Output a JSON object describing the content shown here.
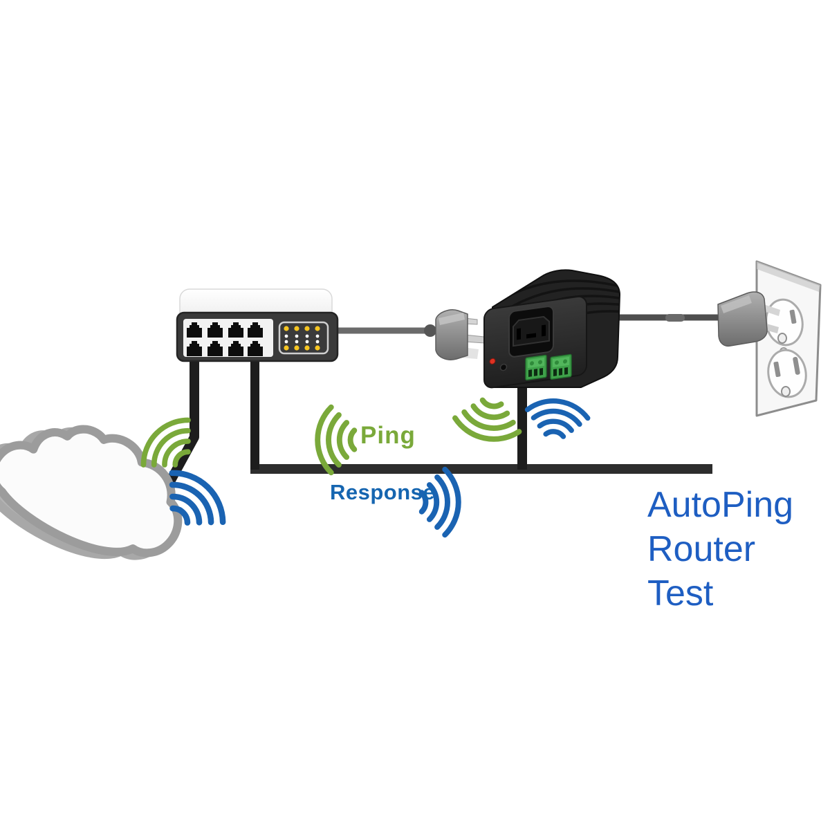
{
  "diagram_title": "AutoPing Router Test",
  "labels": {
    "ping": "Ping",
    "response": "Response"
  },
  "caption": {
    "line1": "AutoPing",
    "line2": "Router Test"
  },
  "icons": {
    "cloud": "internet-cloud-icon",
    "router": "network-switch-icon",
    "power_controller": "power-controller-icon",
    "wall_outlet": "duplex-wall-outlet-icon",
    "power_plug": "power-plug-icon",
    "wifi_arcs": "wifi-signal-icon"
  },
  "colors": {
    "ping_green": "#7aa93a",
    "response_blue": "#1565b0",
    "caption_blue": "#1e5ec2",
    "wifi_green": "#7aa93a",
    "wifi_blue": "#1a63b2",
    "cable_black": "#1d1d1d",
    "bus_line_gray": "#2d2d2d",
    "power_cord_gray": "#5f5f5f",
    "device_body_black": "#262626",
    "led_yellow": "#f6c623",
    "led_red": "#df3222",
    "terminal_green": "#3fa24a",
    "cloud_outline_gray": "#9c9c9c",
    "outlet_plate_white": "#f7f7f7"
  }
}
